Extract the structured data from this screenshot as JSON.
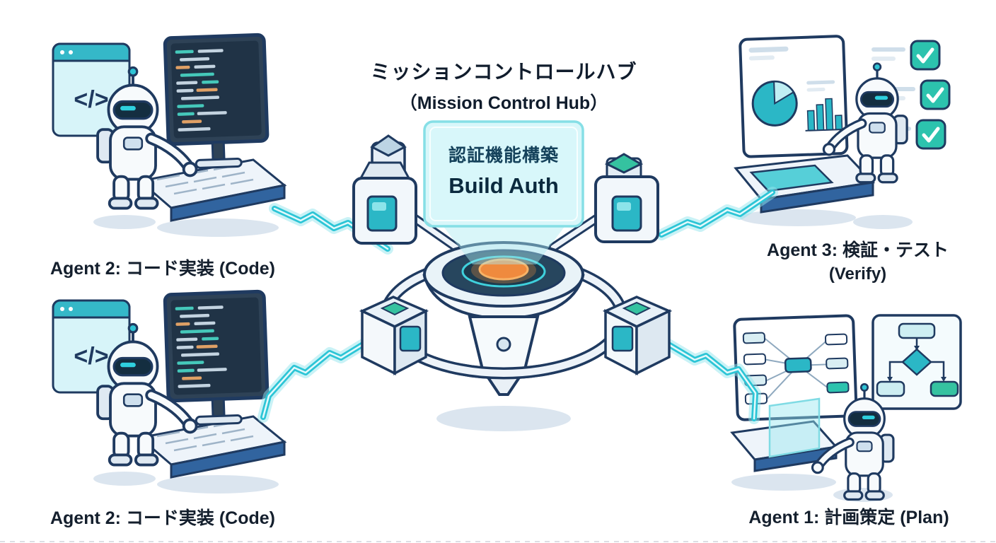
{
  "title": {
    "line1": "ミッションコントロールハブ",
    "line2": "（Mission Control Hub）"
  },
  "hub": {
    "task_label_ja": "認証機能構築",
    "task_label_en": "Build Auth"
  },
  "agents": {
    "top_left": {
      "label": "Agent 2: コード実装 (Code)"
    },
    "bottom_left": {
      "label": "Agent 2: コード実装 (Code)"
    },
    "top_right": {
      "label_line1": "Agent 3: 検証・テスト",
      "label_line2": "(Verify)"
    },
    "bottom_right": {
      "label": "Agent 1: 計画策定 (Plan)"
    }
  },
  "icons": {
    "code_glyph": "</>"
  },
  "colors": {
    "outline": "#1f3a60",
    "teal": "#2bb7c6",
    "green": "#2cc3ae",
    "beam": "#2cc5d6",
    "orange": "#ef8a3e",
    "hologram_fill": "#d2f5f9",
    "label_text": "#141f2d"
  }
}
